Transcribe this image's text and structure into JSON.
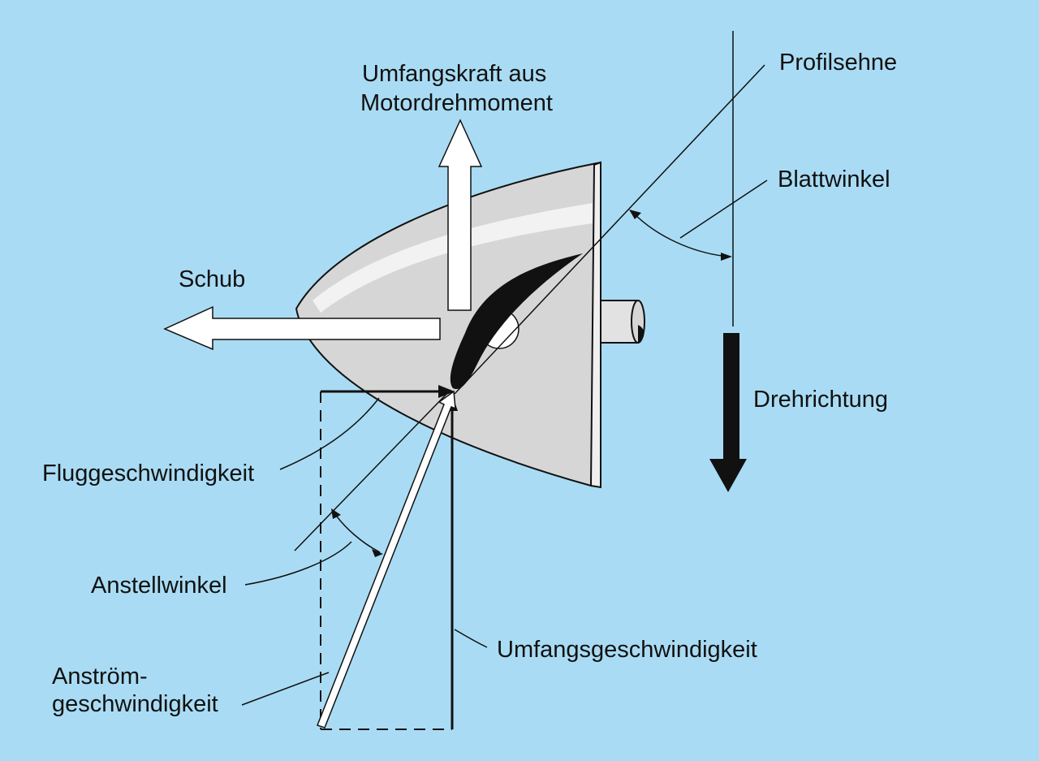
{
  "labels": {
    "umfangskraft_line1": "Umfangskraft aus",
    "umfangskraft_line2": "Motordrehmoment",
    "profilsehne": "Profilsehne",
    "blattwinkel": "Blattwinkel",
    "schub": "Schub",
    "drehrichtung": "Drehrichtung",
    "fluggeschwindigkeit": "Fluggeschwindigkeit",
    "anstellwinkel": "Anstellwinkel",
    "umfangsgeschwindigkeit": "Umfangsgeschwindigkeit",
    "anstroem_line1": "Anström-",
    "anstroem_line2": "geschwindigkeit"
  },
  "colors": {
    "background": "#a9dcf4",
    "blade_fill": "#d6d6d6",
    "airfoil": "#111111",
    "line": "#111111",
    "arrow_fill": "#ffffff"
  }
}
